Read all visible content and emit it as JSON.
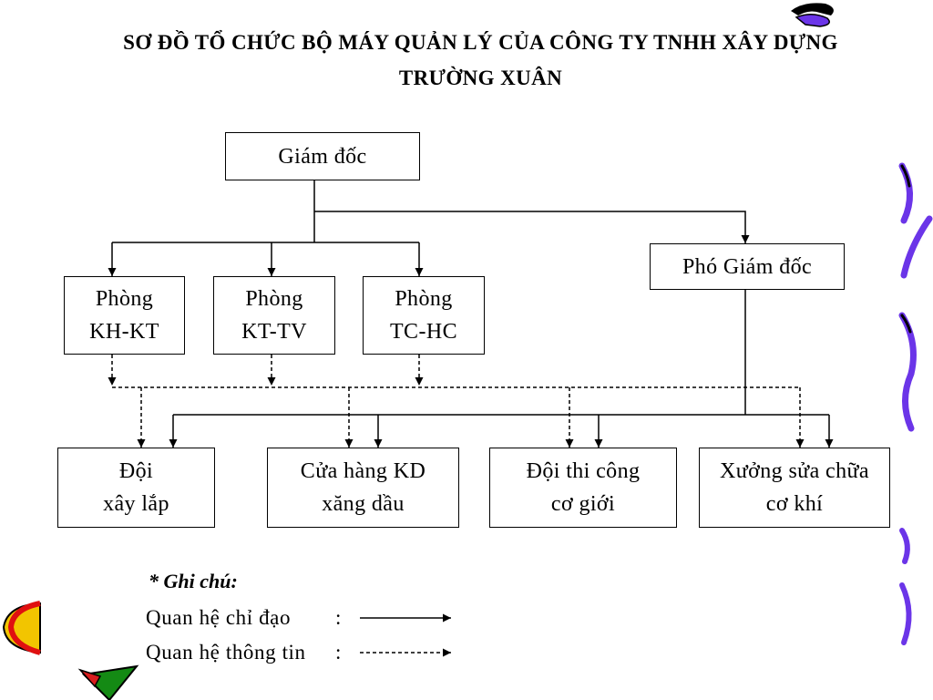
{
  "title": {
    "line1": "SƠ ĐỒ TỔ CHỨC BỘ MÁY QUẢN LÝ CỦA CÔNG TY TNHH XÂY DỰNG",
    "line2": "TRƯỜNG XUÂN"
  },
  "nodes": {
    "giam_doc": {
      "lines": [
        "Giám đốc"
      ]
    },
    "pho_giam_doc": {
      "lines": [
        "Phó Giám đốc"
      ]
    },
    "phong_kh_kt": {
      "lines": [
        "Phòng",
        "KH-KT"
      ]
    },
    "phong_kt_tv": {
      "lines": [
        "Phòng",
        "KT-TV"
      ]
    },
    "phong_tc_hc": {
      "lines": [
        "Phòng",
        "TC-HC"
      ]
    },
    "doi_xay_lap": {
      "lines": [
        "Đội",
        "xây lắp"
      ]
    },
    "cua_hang_kd": {
      "lines": [
        "Cửa hàng KD",
        "xăng dầu"
      ]
    },
    "doi_thi_cong": {
      "lines": [
        "Đội thi công",
        "cơ giới"
      ]
    },
    "xuong_sua_chua": {
      "lines": [
        "Xưởng sửa chữa",
        "cơ khí"
      ]
    }
  },
  "legend": {
    "heading": "* Ghi chú:",
    "items": [
      {
        "label": "Quan hệ chỉ đạo",
        "separator": ":"
      },
      {
        "label": "Quan hệ thông tin",
        "separator": ":"
      }
    ]
  },
  "colors": {
    "line": "#000000",
    "box_border": "#000000",
    "background": "#ffffff",
    "clipart_purple": "#6b35e8"
  }
}
